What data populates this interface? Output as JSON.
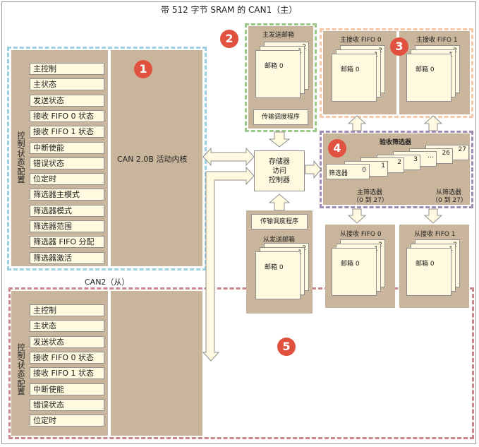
{
  "title": "带 512 字节 SRAM 的 CAN1（主）",
  "can2_label": "CAN2（从）",
  "badges": [
    "1",
    "2",
    "3",
    "4",
    "5"
  ],
  "can1": {
    "side_label": "控制/状态/配置",
    "core_label": "CAN 2.0B 活动内核",
    "registers": [
      "主控制",
      "主状态",
      "发送状态",
      "接收 FIFO 0 状态",
      "接收 FIFO 1 状态",
      "中断使能",
      "错误状态",
      "位定时",
      "筛选器主模式",
      "筛选器模式",
      "筛选器范围",
      "筛选器 FIFO 分配",
      "筛选器激活"
    ]
  },
  "can2": {
    "side_label": "控制/状态/配置",
    "registers": [
      "主控制",
      "主状态",
      "发送状态",
      "接收 FIFO 0 状态",
      "接收 FIFO 1 状态",
      "中断使能",
      "错误状态",
      "位定时"
    ]
  },
  "master_tx": {
    "title": "主发送邮箱",
    "mailbox": "邮箱 0",
    "n1": "1",
    "n2": "2",
    "scheduler": "传输调度程序"
  },
  "master_rx0": {
    "title": "主接收 FIFO 0",
    "mailbox": "邮箱 0",
    "n1": "1",
    "n2": "2"
  },
  "master_rx1": {
    "title": "主接收 FIFO 1",
    "mailbox": "邮箱 0",
    "n1": "1",
    "n2": "2"
  },
  "memory": {
    "line1": "存储器",
    "line2": "访问",
    "line3": "控制器"
  },
  "filter": {
    "title": "验收筛选器",
    "first": "筛选器",
    "nums": [
      "0",
      "1",
      "2",
      "3",
      "…",
      "26",
      "27"
    ],
    "master_label": "主筛选器",
    "master_range": "（0 到 27）",
    "slave_label": "从筛选器",
    "slave_range": "（0 到 27）"
  },
  "slave_tx": {
    "scheduler": "传输调度程序",
    "title": "从发送邮箱",
    "mailbox": "邮箱 0",
    "n1": "1",
    "n2": "2"
  },
  "slave_rx0": {
    "title": "从接收 FIFO 0",
    "mailbox": "邮箱 0",
    "n1": "1",
    "n2": "2"
  },
  "slave_rx1": {
    "title": "从接收 FIFO 1",
    "mailbox": "邮箱 0",
    "n1": "1",
    "n2": "2"
  }
}
